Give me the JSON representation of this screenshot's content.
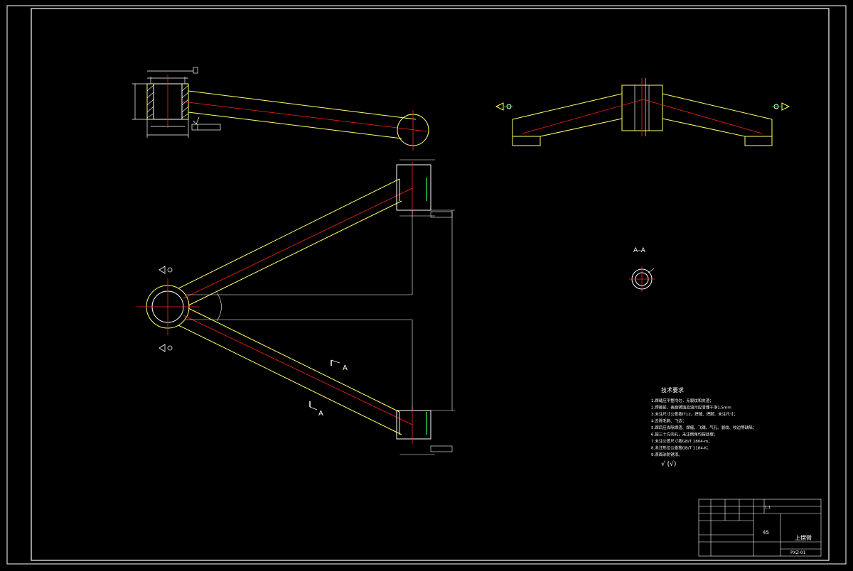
{
  "drawing": {
    "colors": {
      "background": "#000000",
      "outline": "#ffffff",
      "profile": "#ffff66",
      "centerline": "#ff2222",
      "accent": "#22cc44",
      "dimension": "#ffffff"
    },
    "labels": {
      "section_a": "A",
      "section_view_title": "A–A"
    },
    "tech_requirements": {
      "title": "技术要求",
      "lines": [
        "1.焊缝应平整均匀，无裂纹和夹渣；",
        "2.焊接前，表面锈蚀及油污应清理干净1.5mm",
        "3.未注尺寸公差按IT12，焊缝、焊脚、未注尺寸；",
        "4.去除毛刺、飞边；",
        "5.焊后应去除焊渣、焊瘤、飞溅、气孔、裂纹、咬边等缺陷；",
        "6.按三十方向孔，未注倒角均按处理；",
        "7.未注公差尺寸按GB/T 1804-m；",
        "8.未注形位公差按GB/T 1184-K；",
        "9.表面涂防锈漆。"
      ],
      "roughness_note": "√ (√)"
    },
    "title_block": {
      "part_name": "上摆臂",
      "material": "45",
      "drawing_number": "PXZ-01",
      "scale": "1:1"
    }
  }
}
